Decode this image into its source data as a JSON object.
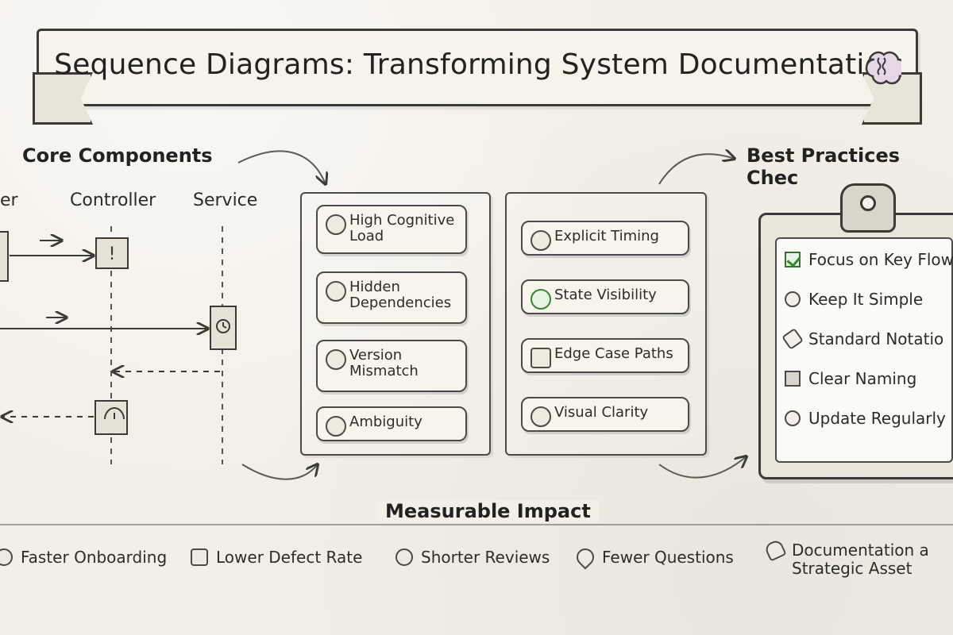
{
  "title": {
    "text": "Sequence Diagrams: Transforming System Documentation",
    "icon": "brain-icon"
  },
  "sections": {
    "core_components": "Core Components",
    "best_practices": "Best Practices Chec",
    "measurable_impact": "Measurable Impact"
  },
  "core_components": {
    "participants": [
      "er",
      "Controller",
      "Service"
    ]
  },
  "problems": [
    {
      "label": "High Cognitive\nLoad",
      "icon": "warning-gear-icon"
    },
    {
      "label": "Hidden\nDependencies",
      "icon": "broken-link-icon"
    },
    {
      "label": "Version\nMismatch",
      "icon": "gear-icon"
    },
    {
      "label": "Ambiguity",
      "icon": "question-lightbulb-icon"
    }
  ],
  "solutions": [
    {
      "label": "Explicit Timing",
      "icon": "clock-icon"
    },
    {
      "label": "State Visibility",
      "icon": "checkmark-icon"
    },
    {
      "label": "Edge Case Paths",
      "icon": "list-arrows-icon"
    },
    {
      "label": "Visual Clarity",
      "icon": "sparkle-arrow-icon"
    }
  ],
  "best_practices": [
    {
      "label": "Focus on Key Flow",
      "icon": "checked-box-icon"
    },
    {
      "label": "Keep It Simple",
      "icon": "swirl-icon"
    },
    {
      "label": "Standard Notatio",
      "icon": "pencil-icon"
    },
    {
      "label": "Clear Naming",
      "icon": "square-icon"
    },
    {
      "label": "Update Regularly",
      "icon": "refresh-icon"
    }
  ],
  "impact": [
    {
      "label": "Faster Onboarding",
      "icon": "clock-icon"
    },
    {
      "label": "Lower Defect Rate",
      "icon": "bar-chart-icon"
    },
    {
      "label": "Shorter Reviews",
      "icon": "arrow-icon"
    },
    {
      "label": "Fewer Questions",
      "icon": "pin-icon"
    },
    {
      "label": "Documentation a\nStrategic Asset",
      "icon": "rocket-icon"
    }
  ],
  "colors": {
    "paper": "#f2efe6",
    "ink": "#2b2b2b",
    "accent_green": "#2f8a2f"
  }
}
